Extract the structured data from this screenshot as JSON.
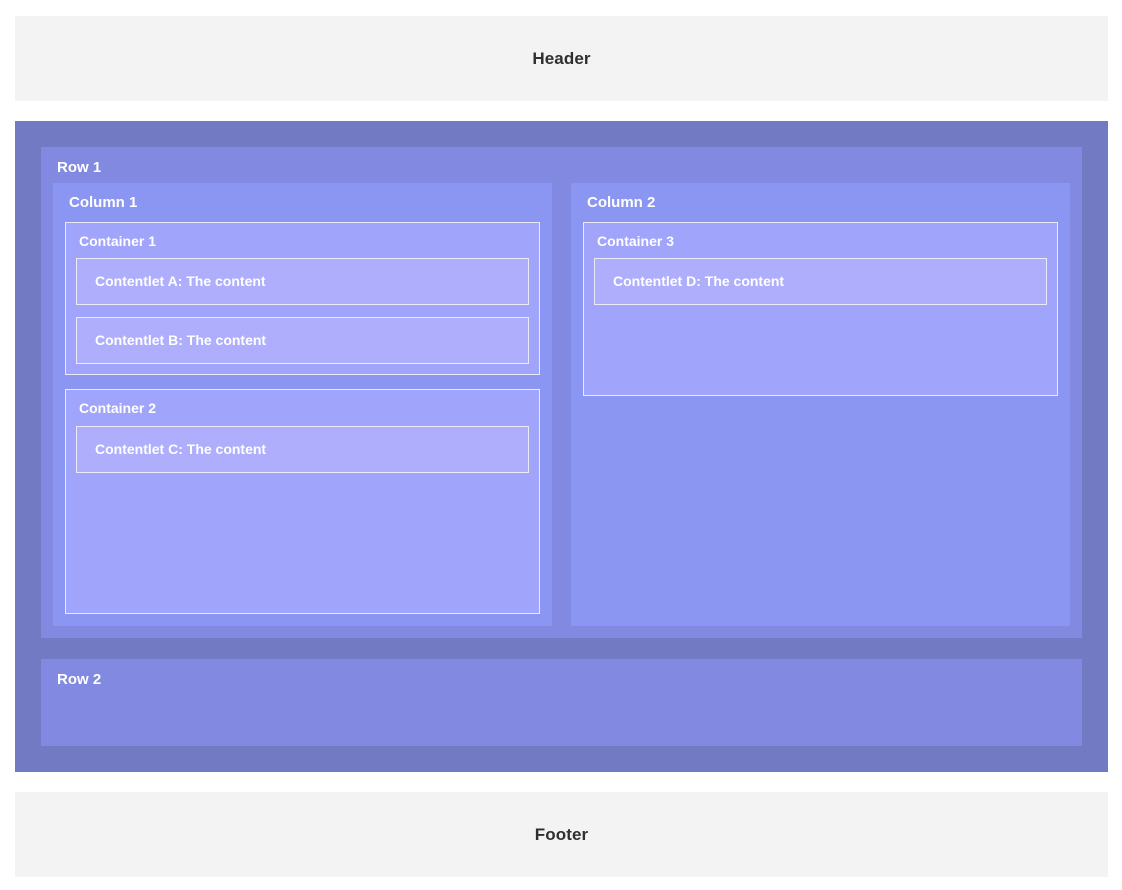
{
  "header": {
    "label": "Header"
  },
  "footer": {
    "label": "Footer"
  },
  "colors": {
    "band_background": "#f4f3f4",
    "band_text": "#2f2f2f",
    "body_background": "#737ac4",
    "row_background": "#818ae0",
    "column_background": "#8b95f2",
    "container_background": "#a0a4fb",
    "container_border": "#e9e9f8",
    "contentlet_background": "#aeaefd",
    "contentlet_border": "#eaeaf9",
    "label_text": "#ffffff"
  },
  "body": {
    "rows": [
      {
        "label": "Row 1",
        "columns": [
          {
            "label": "Column 1",
            "containers": [
              {
                "label": "Container 1",
                "contentlets": [
                  {
                    "label": "Contentlet A: The content"
                  },
                  {
                    "label": "Contentlet B: The content"
                  }
                ]
              },
              {
                "label": "Container 2",
                "contentlets": [
                  {
                    "label": "Contentlet C: The content"
                  }
                ]
              }
            ]
          },
          {
            "label": "Column 2",
            "containers": [
              {
                "label": "Container 3",
                "contentlets": [
                  {
                    "label": "Contentlet D: The content"
                  }
                ]
              }
            ]
          }
        ]
      },
      {
        "label": "Row 2",
        "columns": []
      }
    ]
  }
}
